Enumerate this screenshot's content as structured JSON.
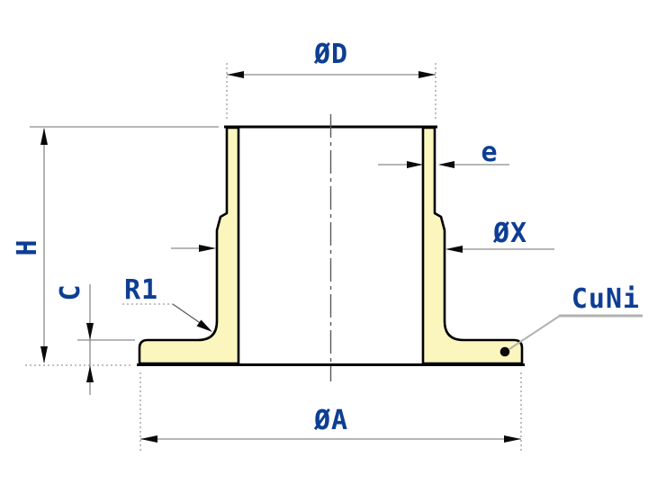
{
  "drawing": {
    "labels": {
      "top_outer_diameter": "ØD",
      "wall_thickness": "e",
      "hub_outer_diameter": "ØX",
      "overall_height": "H",
      "flange_thickness": "C",
      "fillet_radius": "R1",
      "material": "CuNi",
      "flange_outer_diameter": "ØA"
    },
    "colors": {
      "section_fill": "#faf6bd",
      "label": "#0d3e93",
      "outline": "#000000",
      "dim_line": "#8a8a8a",
      "leader_gray": "#b2b2b2",
      "background": "#ffffff"
    }
  }
}
